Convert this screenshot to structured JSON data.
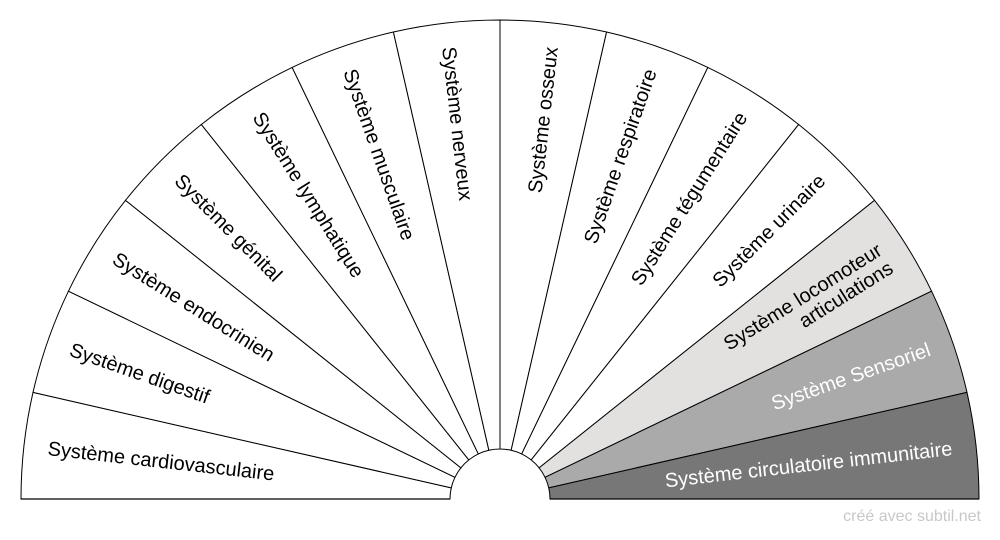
{
  "diagram": {
    "sectors": [
      {
        "lines": [
          "Système cardiovasculaire"
        ],
        "fill": "#ffffff",
        "text_color": "#000000"
      },
      {
        "lines": [
          "Système digestif"
        ],
        "fill": "#ffffff",
        "text_color": "#000000"
      },
      {
        "lines": [
          "Système endocrinien"
        ],
        "fill": "#ffffff",
        "text_color": "#000000"
      },
      {
        "lines": [
          "Système génital"
        ],
        "fill": "#ffffff",
        "text_color": "#000000"
      },
      {
        "lines": [
          "Système lymphatique"
        ],
        "fill": "#ffffff",
        "text_color": "#000000"
      },
      {
        "lines": [
          "Système musculaire"
        ],
        "fill": "#ffffff",
        "text_color": "#000000"
      },
      {
        "lines": [
          "Système nerveux"
        ],
        "fill": "#ffffff",
        "text_color": "#000000"
      },
      {
        "lines": [
          "Système osseux"
        ],
        "fill": "#ffffff",
        "text_color": "#000000"
      },
      {
        "lines": [
          "Système respiratoire"
        ],
        "fill": "#ffffff",
        "text_color": "#000000"
      },
      {
        "lines": [
          "Système tégumentaire"
        ],
        "fill": "#ffffff",
        "text_color": "#000000"
      },
      {
        "lines": [
          "Système urinaire"
        ],
        "fill": "#ffffff",
        "text_color": "#000000"
      },
      {
        "lines": [
          "Système locomoteur",
          "articulations"
        ],
        "fill": "#e3e1e0",
        "text_color": "#000000"
      },
      {
        "lines": [
          "Système Sensoriel"
        ],
        "fill": "#aaaaaa",
        "text_color": "#ffffff"
      },
      {
        "lines": [
          "Système circulatoire immunitaire"
        ],
        "fill": "#777777",
        "text_color": "#ffffff"
      }
    ],
    "stroke_color": "#000000"
  },
  "credit": "créé avec subtil.net"
}
